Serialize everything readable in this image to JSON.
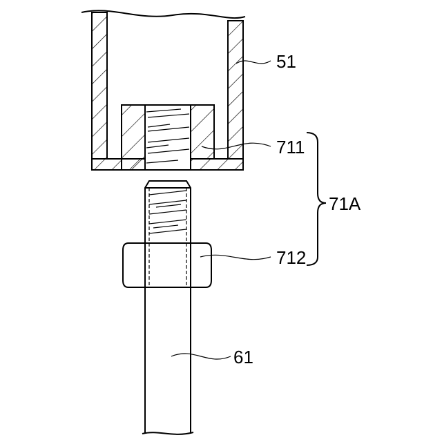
{
  "labels": {
    "part_51": "51",
    "part_711": "711",
    "part_71A": "71A",
    "part_712": "712",
    "part_61": "61"
  },
  "colors": {
    "line": "#000000",
    "background": "#ffffff"
  }
}
